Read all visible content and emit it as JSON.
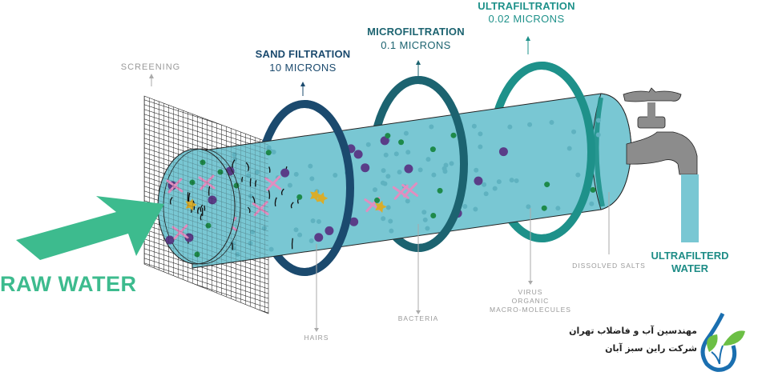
{
  "diagram": {
    "title": "Water filtration stages",
    "input": {
      "label": "RAW WATER",
      "color": "#3dbb8e"
    },
    "output": {
      "label_line1": "ULTRAFILTERD",
      "label_line2": "WATER",
      "color": "#1e8c86"
    },
    "stages": [
      {
        "id": "screening",
        "title": "SCREENING",
        "size": "",
        "color": "#9a9a9a",
        "removes": ""
      },
      {
        "id": "sand",
        "title": "SAND FILTRATION",
        "size": "10 MICRONS",
        "color": "#1b4a6e",
        "removes": "HAIRS"
      },
      {
        "id": "micro",
        "title": "MICROFILTRATION",
        "size": "0.1 MICRONS",
        "color": "#1c6370",
        "removes": "BACTERIA"
      },
      {
        "id": "ultra",
        "title": "ULTRAFILTRATION",
        "size": "0.02 MICRONS",
        "color": "#1e918a",
        "removes_lines": [
          "VIRUS",
          "ORGANIC",
          "MACRO-MOLECULES"
        ]
      }
    ],
    "dissolved_salts": "DISSOLVED SALTS",
    "colors": {
      "pipe": "#79c7d3",
      "pipe_dot": "#5fb2c0",
      "particle_purple": "#5a3d88",
      "particle_green": "#1e8a4a",
      "particle_pink": "#e08ec0",
      "particle_yellow": "#d9ad2a",
      "tap": "#8c8c8c"
    }
  },
  "logo": {
    "line1": "مهندسین آب و فاضلاب تهران",
    "line2": "شرکت راین سبز آبان",
    "drop_color": "#1a6fb0",
    "leaf_color": "#6cbf45"
  }
}
